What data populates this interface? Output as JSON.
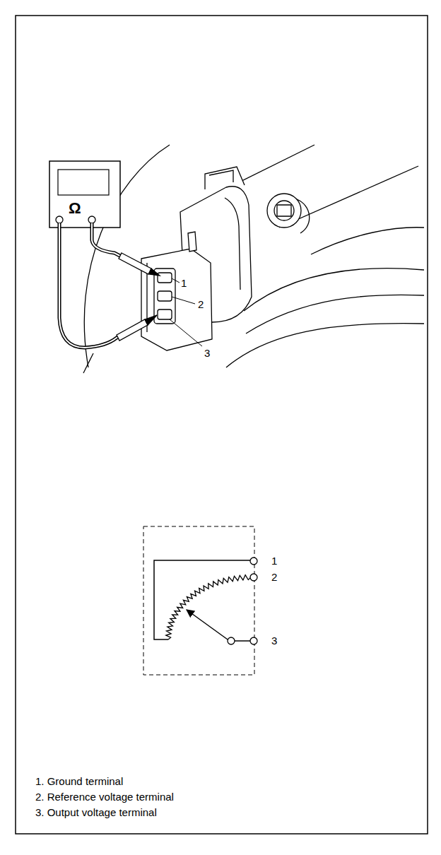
{
  "diagram": {
    "labels": [
      "Ω",
      "1",
      "2",
      "3",
      "1",
      "2",
      "3",
      "1. Ground terminal",
      "2. Reference voltage terminal",
      "3. Output voltage terminal"
    ]
  }
}
